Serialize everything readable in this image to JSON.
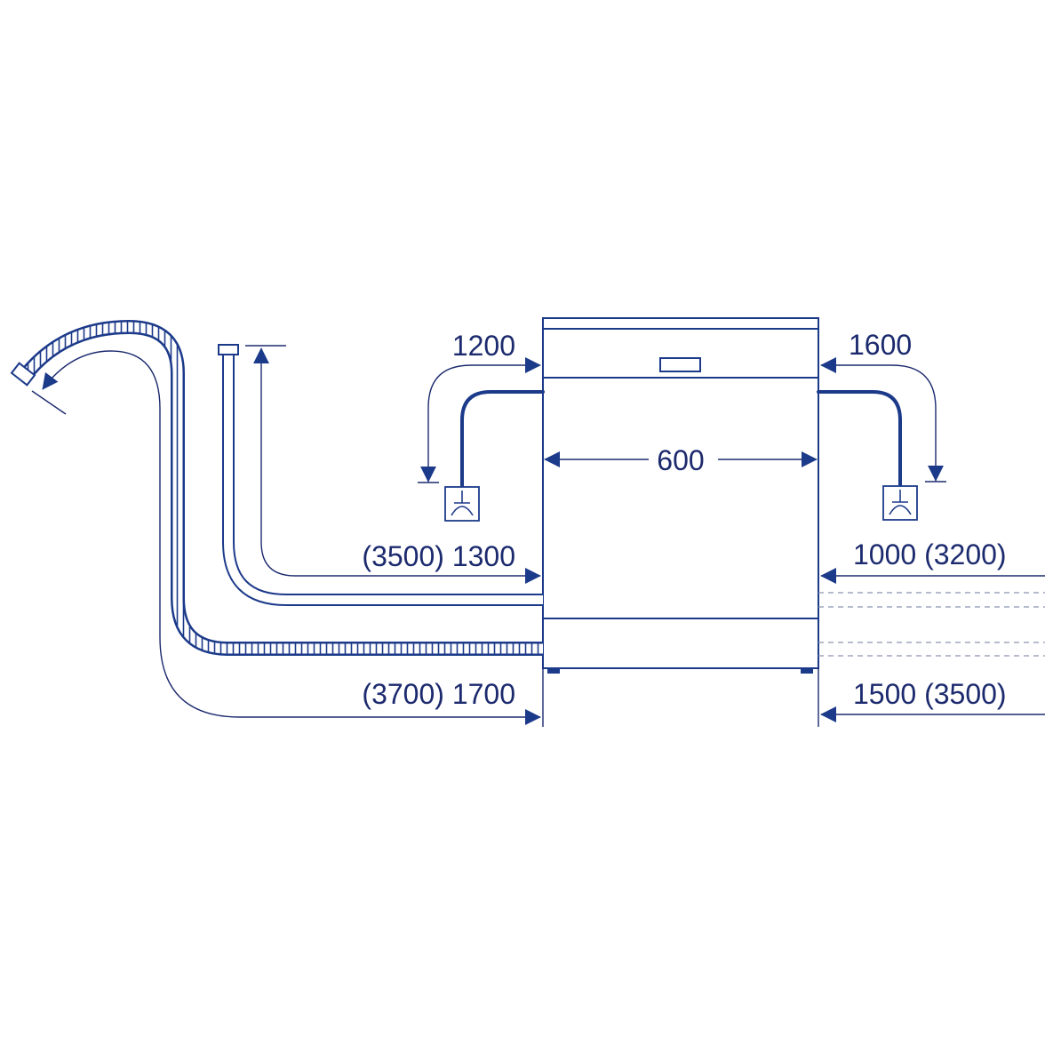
{
  "colors": {
    "line": "#1c3a8a",
    "text": "#1c2a6e",
    "dashed": "#8a93b0"
  },
  "dimensions": {
    "width": "600",
    "power_left": "1200",
    "power_right": "1600",
    "inlet_left": "(3500) 1300",
    "inlet_right": "1000 (3200)",
    "drain_left": "(3700) 1700",
    "drain_right": "1500 (3500)"
  },
  "icons": {
    "socket": "electrical-socket-icon",
    "drain_hose": "corrugated-drain-hose",
    "inlet_hose": "water-inlet-hose"
  }
}
